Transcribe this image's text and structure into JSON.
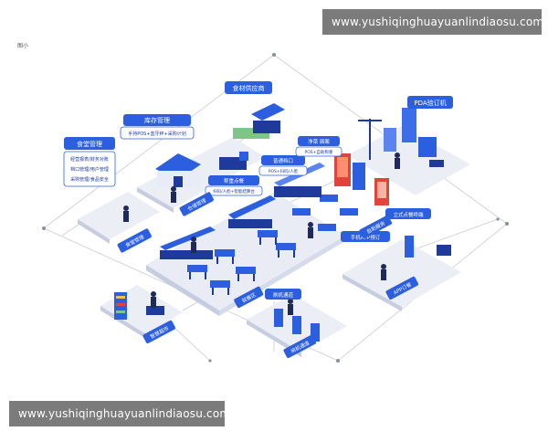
{
  "logo_text": "图小",
  "watermark_top": "www.yushiqinghuayuanlindiaosu.com",
  "watermark_bottom": "www.yushiqinghuayuanlindiaosu.com",
  "colors": {
    "primary": "#2c5fe0",
    "dark_blue": "#1e3a9a",
    "platform": "#eef0f7",
    "line": "#c9ccd6",
    "accent_red": "#e0443a"
  },
  "callouts": {
    "canteen": {
      "title": "食堂管理",
      "lines": [
        "经营报表/财务对账",
        "档口管理/用户管理",
        "采购管理/食品安全"
      ]
    },
    "inventory": {
      "title": "库存管理",
      "lines": [
        "手持POS+蓝牙秤+采购计划"
      ]
    },
    "supplier": {
      "title": "食材供应商",
      "lines": []
    },
    "pda": {
      "title": "PDA验订机",
      "lines": []
    },
    "weigh": {
      "title": "称重点餐",
      "lines": [
        "扫码/人脸+智能结算台"
      ]
    },
    "ordinary": {
      "title": "普通档口",
      "lines": [
        "POS+扫码/人脸"
      ]
    },
    "clean": {
      "title": "净菜 面案",
      "lines": [
        "POS+自助称重"
      ]
    },
    "vertical": {
      "title": "立式点餐终端",
      "lines": []
    },
    "phone": {
      "title": "手机APP预订",
      "lines": []
    },
    "face": {
      "title": "刷机通道",
      "lines": []
    }
  },
  "platform_labels": {
    "canteen": "食堂管理",
    "warehouse": "仓储管理",
    "dining": "就餐区",
    "selfservice": "自助服务",
    "app": "APP订餐",
    "supermarket": "智慧超市",
    "gate": "闸机通道"
  }
}
